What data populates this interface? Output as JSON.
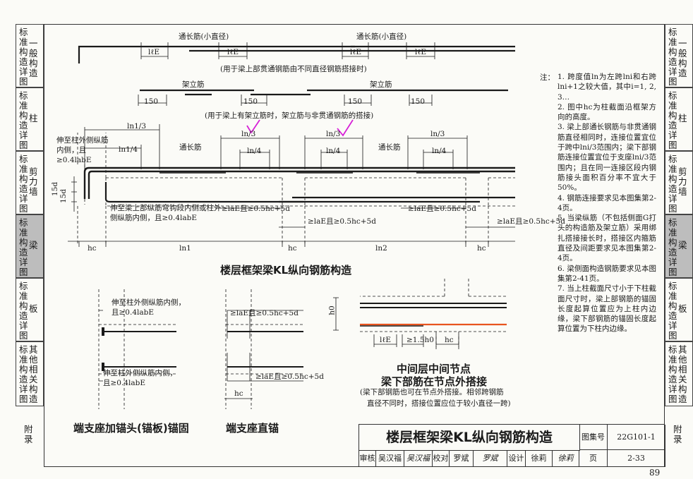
{
  "left_tabs": [
    {
      "v": "标准构造详图",
      "s": "一般构造"
    },
    {
      "v": "标准构造详图",
      "s": "柱"
    },
    {
      "v": "标准构造详图",
      "s": "剪力墙"
    },
    {
      "v": "标准构造详图",
      "s": "梁",
      "active": true
    },
    {
      "v": "标准构造详图",
      "s": "板"
    },
    {
      "v": "标准构造详图",
      "s": "其他相关构造"
    },
    {
      "v": "附录",
      "s": ""
    }
  ],
  "right_tabs": [
    {
      "v": "标准构造详图",
      "s": "一般构造"
    },
    {
      "v": "标准构造详图",
      "s": "柱"
    },
    {
      "v": "标准构造详图",
      "s": "剪力墙"
    },
    {
      "v": "标准构造详图",
      "s": "梁",
      "active": true
    },
    {
      "v": "标准构造详图",
      "s": "板"
    },
    {
      "v": "标准构造详图",
      "s": "其他相关构造"
    },
    {
      "v": "附录",
      "s": ""
    }
  ],
  "top": {
    "tongchang1": "通长筋(小直径)",
    "tongchang2": "通长筋(小直径)",
    "lle": "lℓE",
    "note1": "(用于梁上部贯通钢筋由不同直径钢筋搭接时)",
    "jiali1": "架立筋",
    "jiali2": "架立筋",
    "d150": "150",
    "note2": "(用于梁上有架立筋时，架立筋与非贯通钢筋的搭接)"
  },
  "beam": {
    "ln3_a": "ln1/3",
    "ln4_a": "ln1/4",
    "ln3_b": "ln/3",
    "ln4_b": "ln/4",
    "ln3_c": "ln/3",
    "ln4_c": "ln/4",
    "ln3_d": "ln/3",
    "ln4_d": "ln/4",
    "tongchang": "通长筋",
    "left_note": "伸至柱外侧纵筋内侧，且≥0.4labE",
    "d15": "15d",
    "bottom_note": "伸至梁上部纵筋弯钩段内侧或柱外侧纵筋内侧，且≥0.4labE",
    "anchor": "≥laE且≥0.5hc+5d",
    "hc": "hc",
    "ln1": "ln1",
    "ln2": "ln2"
  },
  "main_title": "楼层框架梁KL纵向钢筋构造",
  "det1": {
    "note1": "伸至柱外侧纵筋内侧，且≥0.4labE",
    "note2": "伸至柱外侧纵筋内侧，且≥0.4labE",
    "title": "端支座加锚头(锚板)锚固"
  },
  "det2": {
    "a1": "≥laE且≥0.5hc+5d",
    "a2": "≥laE且≥0.5hc+5d",
    "hc": "hc",
    "title": "端支座直锚"
  },
  "det3": {
    "h0": "h0",
    "lle": "lℓE",
    "h15": "≥1.5h0",
    "hc": "hc",
    "t1": "中间层中间节点",
    "t2": "梁下部筋在节点外搭接",
    "n1": "(梁下部钢筋也可在节点外搭接。相邻跨钢筋",
    "n2": "直径不同时，搭接位置应位于较小直径一跨)"
  },
  "notes_title": "注：",
  "notes": [
    "1. 跨度值ln为左跨lni和右跨lni+1之较大值，其中i=1, 2, 3…",
    "2. 图中hc为柱截面沿框架方向的高度。",
    "3. 梁上部通长钢筋与非贯通钢筋直径相同时，连接位置宜位于跨中lni/3范围内；梁下部钢筋连接位置宜位于支座lni/3范围内；且在同一连接区段内钢筋接头面积百分率不宜大于50%。",
    "4. 钢筋连接要求见本图集第2-4页。",
    "5. 当梁纵筋（不包括侧面G打头的构造筋及架立筋）采用绑扎搭接接长时，搭接区内箍筋直径及间距要求见本图集第2-4页。",
    "6. 梁侧面构造钢筋要求见本图集第2-41页。",
    "7. 当上柱截面尺寸小于下柱截面尺寸时，梁上部钢筋的锚固长度起算位置应为上柱内边缘，梁下部钢筋的锚固长度起算位置为下柱内边缘。"
  ],
  "titleblock": {
    "title": "楼层框架梁KL纵向钢筋构造",
    "atlas_lbl": "图集号",
    "atlas": "22G101-1",
    "review": "审核",
    "reviewer": "吴汉福",
    "rv_sign": "吴汉福",
    "check": "校对",
    "checker": "罗斌",
    "ck_sign": "罗斌",
    "design": "设计",
    "designer": "徐莉",
    "ds_sign": "徐莉",
    "page_lbl": "页",
    "page": "2-33"
  },
  "page_number": "89",
  "colors": {
    "line": "#1a1a1a",
    "checkmark": "#d61fd6",
    "red_bar": "#e8541e",
    "active_tab": "#bdbdbd"
  }
}
